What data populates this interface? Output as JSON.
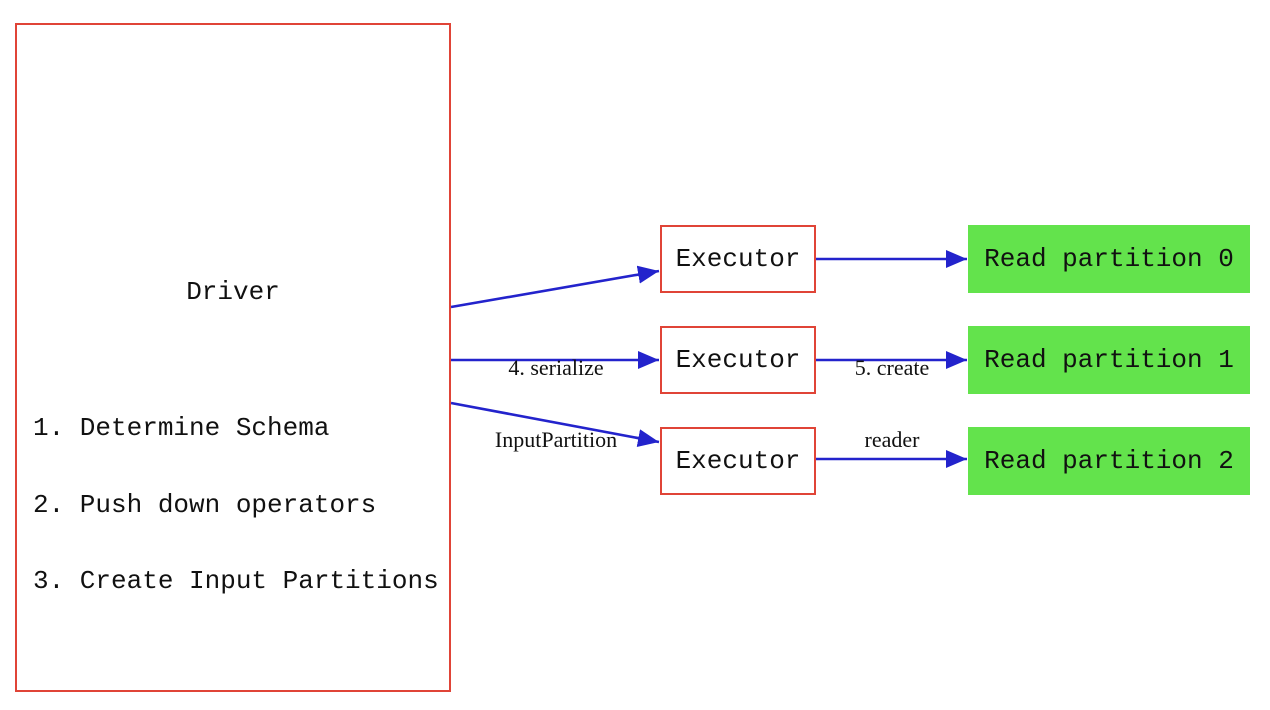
{
  "colors": {
    "red": "#e04437",
    "blue": "#2323cc",
    "green": "#63e34c",
    "text": "#111111",
    "bg": "#ffffff"
  },
  "driver": {
    "title": "Driver",
    "steps": [
      "1. Determine Schema",
      "2. Push down operators",
      "3. Create Input Partitions"
    ]
  },
  "executors": [
    {
      "label": "Executor"
    },
    {
      "label": "Executor"
    },
    {
      "label": "Executor"
    }
  ],
  "partitions": [
    {
      "label": "Read partition 0"
    },
    {
      "label": "Read partition 1"
    },
    {
      "label": "Read partition 2"
    }
  ],
  "edge_labels": {
    "serialize": [
      "4. serialize",
      "InputPartition"
    ],
    "create_reader": [
      "5. create",
      "reader"
    ]
  }
}
